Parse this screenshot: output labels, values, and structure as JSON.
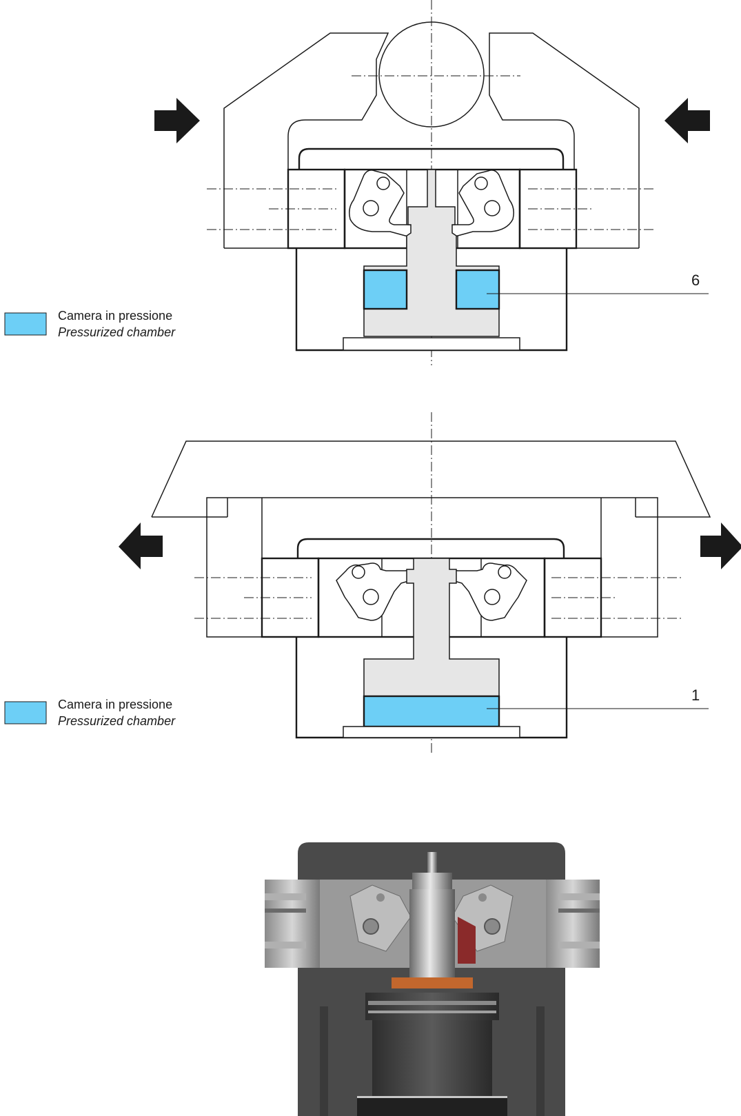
{
  "colors": {
    "chamber": "#6dcff6",
    "part_fill": "#e6e6e6",
    "line": "#1a1a1a",
    "arrow": "#1a1a1a"
  },
  "diagrams": [
    {
      "legend": {
        "label_it": "Camera in pressione",
        "label_en": "Pressurized chamber"
      },
      "callout": "6",
      "arrows": "inward"
    },
    {
      "legend": {
        "label_it": "Camera in pressione",
        "label_en": "Pressurized chamber"
      },
      "callout": "1",
      "arrows": "outward"
    }
  ],
  "photo": {
    "subject": "cutaway-render-of-gripper"
  }
}
